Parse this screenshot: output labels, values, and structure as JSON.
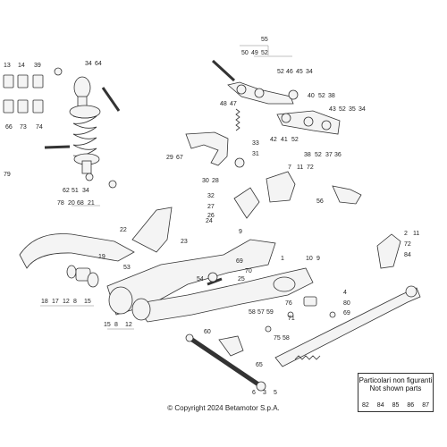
{
  "note": {
    "line1": "Particolari non figuranti",
    "line2": "Not shown parts",
    "parts": [
      "82",
      "84",
      "85",
      "86",
      "87"
    ]
  },
  "copyright": "© Copyright 2024 Betamotor S.p.A.",
  "labels": [
    "13",
    "14",
    "39",
    "34",
    "64",
    "66",
    "73",
    "74",
    "62",
    "51",
    "34",
    "79",
    "78",
    "20",
    "68",
    "21",
    "55",
    "50",
    "49",
    "52",
    "52",
    "46",
    "45",
    "34",
    "48",
    "47",
    "40",
    "52",
    "38",
    "43",
    "52",
    "35",
    "34",
    "42",
    "41",
    "52",
    "38",
    "52",
    "37",
    "36",
    "29",
    "67",
    "30",
    "28",
    "33",
    "31",
    "7",
    "11",
    "72",
    "56",
    "32",
    "27",
    "26",
    "24",
    "22",
    "23",
    "19",
    "9",
    "53",
    "18",
    "17",
    "12",
    "8",
    "15",
    "69",
    "70",
    "54",
    "25",
    "1",
    "10",
    "9",
    "2",
    "11",
    "72",
    "84",
    "58",
    "4",
    "80",
    "69",
    "57",
    "59",
    "71",
    "15",
    "8",
    "12",
    "60",
    "75",
    "58",
    "65",
    "6",
    "3",
    "5",
    "76"
  ]
}
